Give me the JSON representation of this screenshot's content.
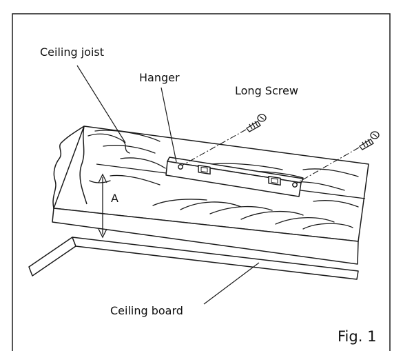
{
  "labels": {
    "ceiling_joist": "Ceiling joist",
    "hanger": "Hanger",
    "long_screw": "Long Screw",
    "dimension_a": "A",
    "ceiling_board": "Ceiling board"
  },
  "figure_caption": "Fig. 1",
  "colors": {
    "line": "#1a1a1a",
    "background": "#ffffff"
  }
}
